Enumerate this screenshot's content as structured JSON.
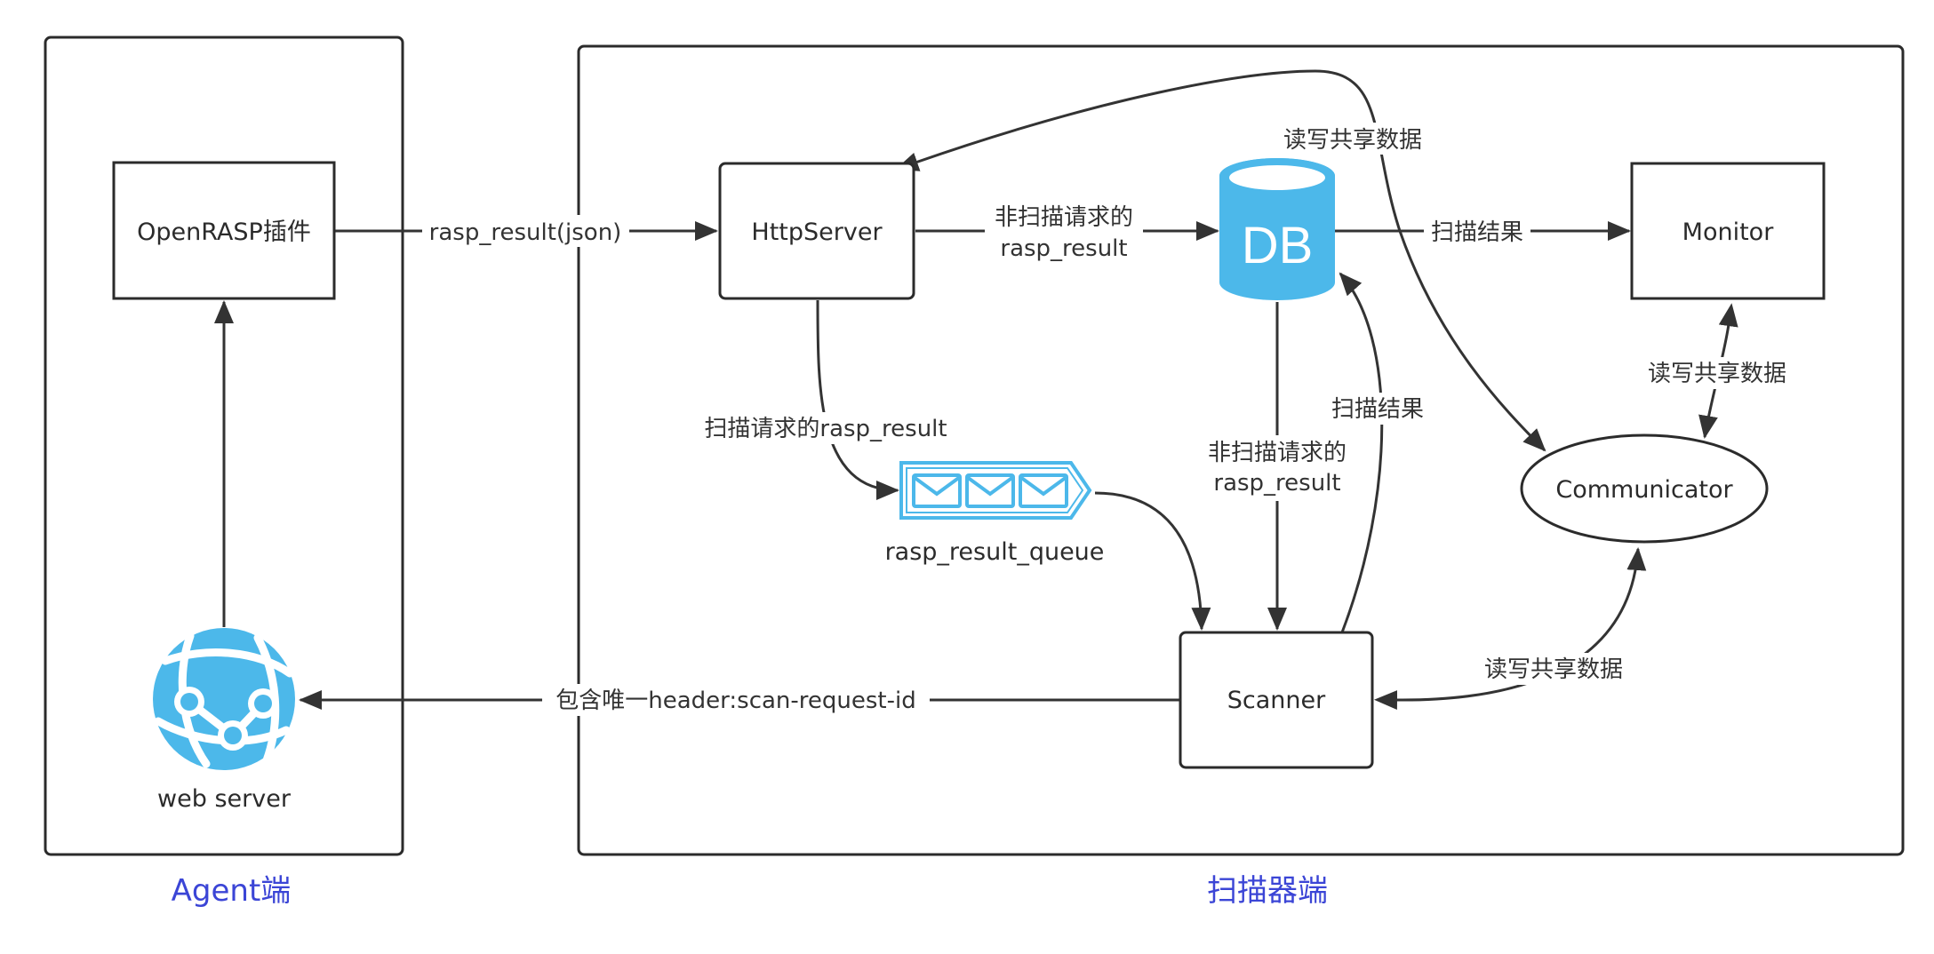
{
  "groups": {
    "agent": "Agent端",
    "scanner": "扫描器端"
  },
  "nodes": {
    "openrasp": "OpenRASP插件",
    "httpserver": "HttpServer",
    "db": "DB",
    "monitor": "Monitor",
    "communicator": "Communicator",
    "scanner": "Scanner",
    "queue": "rasp_result_queue",
    "webserver": "web server"
  },
  "edges": {
    "rasp_json": "rasp_result(json)",
    "nonscan_line1": "非扫描请求的",
    "nonscan_line2": "rasp_result",
    "scan_result_to_monitor": "扫描结果",
    "scan_rasp": "扫描请求的rasp_result",
    "nonscan2_line1": "非扫描请求的",
    "nonscan2_line2": "rasp_result",
    "scan_result_to_db": "扫描结果",
    "rw_top": "读写共享数据",
    "rw_monitor": "读写共享数据",
    "rw_scanner": "读写共享数据",
    "header_id": "包含唯一header:scan-request-id"
  },
  "colors": {
    "accent_blue": "#3b45d6",
    "icon_blue": "#4cb8ea",
    "stroke": "#2b2b2b"
  }
}
